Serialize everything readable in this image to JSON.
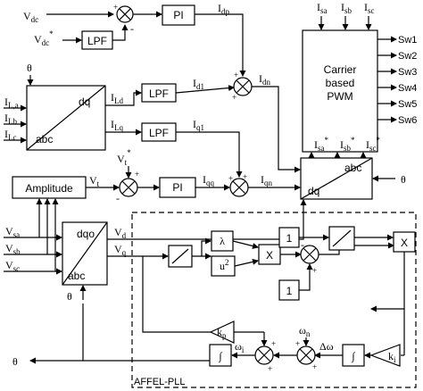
{
  "inputs": {
    "vdc": "V",
    "vdc_sub": "dc",
    "vdc_star": "V",
    "vdc_star_sub": "dc",
    "star": "*",
    "ila": "I",
    "ila_sub": "L,a",
    "ilb": "I",
    "ilb_sub": "Lb",
    "ilc": "I",
    "ilc_sub": "Lc",
    "vsa": "V",
    "vsa_sub": "sa",
    "vsb": "V",
    "vsb_sub": "sb",
    "vsc": "V",
    "vsc_sub": "sc",
    "theta": "θ",
    "vt_star": "V",
    "vt_star_sub": "t"
  },
  "blocks": {
    "lpf": "LPF",
    "pi": "PI",
    "abc": "abc",
    "dq": "dq",
    "dqo": "dqo",
    "amplitude": "Amplitude",
    "pwm_line1": "Carrier",
    "pwm_line2": "based",
    "pwm_line3": "PWM",
    "lambda": "λ",
    "u2": "u",
    "u2_sup": "2",
    "one": "1",
    "mult": "X",
    "integ": "∫",
    "kp": "k",
    "kp_sub": "p",
    "ki": "k",
    "ki_sub": "i"
  },
  "signals": {
    "idp": "I",
    "idp_sub": "dp",
    "ild": "I",
    "ild_sub": "Ld",
    "ilq": "I",
    "ilq_sub": "Lq",
    "id1": "I",
    "id1_sub": "d1",
    "iq1": "I",
    "iq1_sub": "q1",
    "idn": "I",
    "idn_sub": "dn",
    "iqq": "I",
    "iqq_sub": "qq",
    "iqn": "I",
    "iqn_sub": "qn",
    "vt": "V",
    "vt_sub": "t",
    "vd": "V",
    "vd_sub": "d",
    "vq": "V",
    "vq_sub": "q",
    "isa": "I",
    "isa_sub": "sa",
    "isb": "I",
    "isb_sub": "sb",
    "isc": "I",
    "isc_sub": "sc",
    "wi": "ω",
    "wi_sub": "i",
    "wn": "ω",
    "wn_sub": "n",
    "dw": "Δω"
  },
  "outputs": {
    "sw1": "Sw1",
    "sw2": "Sw2",
    "sw3": "Sw3",
    "sw4": "Sw4",
    "sw5": "Sw5",
    "sw6": "Sw6",
    "theta_out": "θ"
  },
  "pll_label": "AFFEL-PLL",
  "sign_plus": "+",
  "sign_minus": "-"
}
